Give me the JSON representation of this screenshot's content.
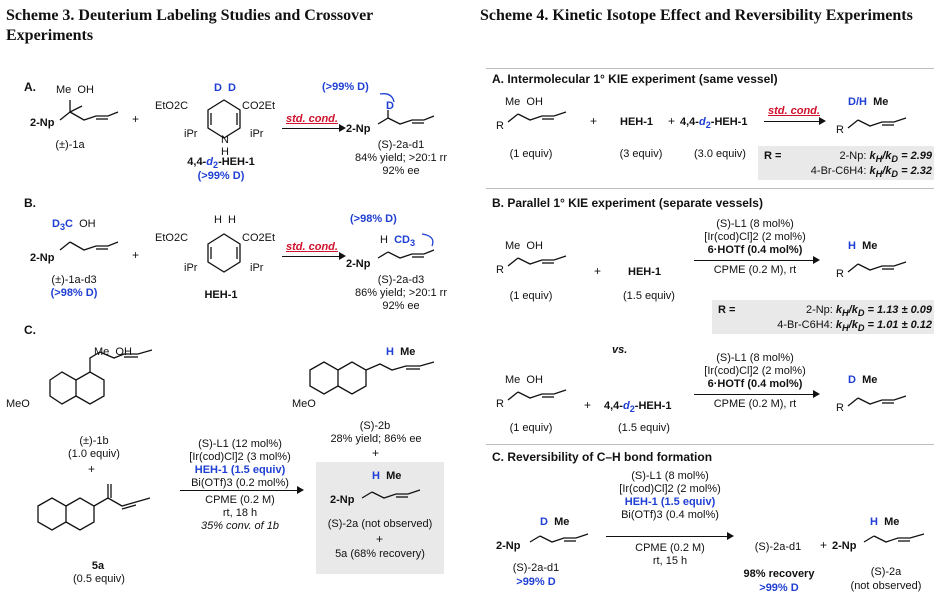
{
  "left": {
    "title": "Scheme 3. Deuterium Labeling Studies and Crossover Experiments",
    "A": {
      "label": "A.",
      "sm1_label": "(±)-1a",
      "sm1_group": "2-Np",
      "sm2_label": "4,4-d2-HEH-1",
      "sm2_purity": "(>99% D)",
      "ester_left": "EtO2C",
      "ester_right": "CO2Et",
      "ipr": "iPr",
      "nh": "H",
      "atom_d": "D",
      "cond": "std. cond.",
      "callout": "(>99% D)",
      "product": "(S)-2a-d1",
      "yield": "84% yield; >20:1 rr",
      "ee": "92% ee"
    },
    "B": {
      "label": "B.",
      "sm1_label": "(±)-1a-d3",
      "sm1_purity": "(>98% D)",
      "sm2_label": "HEH-1",
      "cond": "std. cond.",
      "callout": "(>98% D)",
      "product": "(S)-2a-d3",
      "yield": "86% yield; >20:1 rr",
      "ee": "92% ee"
    },
    "C": {
      "label": "C.",
      "sm1_label": "(±)-1b",
      "sm1_equiv": "(1.0 equiv)",
      "meo": "MeO",
      "sm2_label": "5a",
      "sm2_equiv": "(0.5 equiv)",
      "conditions": [
        "(S)-L1 (12 mol%)",
        "[Ir(cod)Cl]2 (3 mol%)",
        "HEH-1 (1.5 equiv)",
        "Bi(OTf)3 (0.2 mol%)"
      ],
      "below": [
        "CPME (0.2 M)",
        "rt, 18 h",
        "35% conv. of 1b"
      ],
      "product1": "(S)-2b",
      "product1_yield": "28% yield; 86% ee",
      "product2": "(S)-2a (not observed)",
      "recovery": "5a (68% recovery)"
    }
  },
  "right": {
    "title": "Scheme 4. Kinetic Isotope Effect and Reversibility Experiments",
    "A": {
      "heading": "A. Intermolecular 1° KIE experiment (same vessel)",
      "sm_equiv": "(1 equiv)",
      "heh": "HEH-1",
      "heh_equiv": "(3 equiv)",
      "dheh": "4,4-d2-HEH-1",
      "dheh_equiv": "(3.0 equiv)",
      "cond": "std. cond.",
      "product_label": "D/H",
      "r_label": "R =",
      "rows": [
        {
          "group": "2-Np:",
          "value": "kH/kD = 2.99"
        },
        {
          "group": "4-Br-C6H4:",
          "value": "kH/kD = 2.32"
        }
      ]
    },
    "B": {
      "heading": "B. Parallel 1° KIE experiment (separate vessels)",
      "sm_equiv": "(1 equiv)",
      "heh": "HEH-1",
      "heh_equiv": "(1.5 equiv)",
      "conditions": [
        "(S)-L1 (8 mol%)",
        "[Ir(cod)Cl]2 (2 mol%)",
        "6·HOTf (0.4 mol%)"
      ],
      "solvent": "CPME (0.2 M), rt",
      "r_label": "R =",
      "rows": [
        {
          "group": "2-Np:",
          "value": "kH/kD = 1.13 ± 0.09"
        },
        {
          "group": "4-Br-C6H4:",
          "value": "kH/kD = 1.01 ± 0.12"
        }
      ],
      "vs": "vs.",
      "sm2_equiv": "(1 equiv)",
      "dheh": "4,4-d2-HEH-1",
      "dheh_equiv": "(1.5 equiv)",
      "conditions2": [
        "(S)-L1 (8 mol%)",
        "[Ir(cod)Cl]2 (2 mol%)",
        "6·HOTf (0.4 mol%)"
      ],
      "solvent2": "CPME (0.2 M), rt"
    },
    "C": {
      "heading": "C. Reversibility of C–H bond formation",
      "sm_label": "(S)-2a-d1",
      "sm_purity": ">99% D",
      "conditions": [
        "(S)-L1 (8 mol%)",
        "[Ir(cod)Cl]2 (2 mol%)",
        "HEH-1 (1.5 equiv)",
        "Bi(OTf)3 (0.4 mol%)"
      ],
      "below": [
        "CPME (0.2 M)",
        "rt, 15 h"
      ],
      "product1": "(S)-2a-d1",
      "recovery": "98% recovery",
      "recovery_purity": ">99% D",
      "product2": "(S)-2a",
      "product2_note": "(not observed)"
    }
  }
}
